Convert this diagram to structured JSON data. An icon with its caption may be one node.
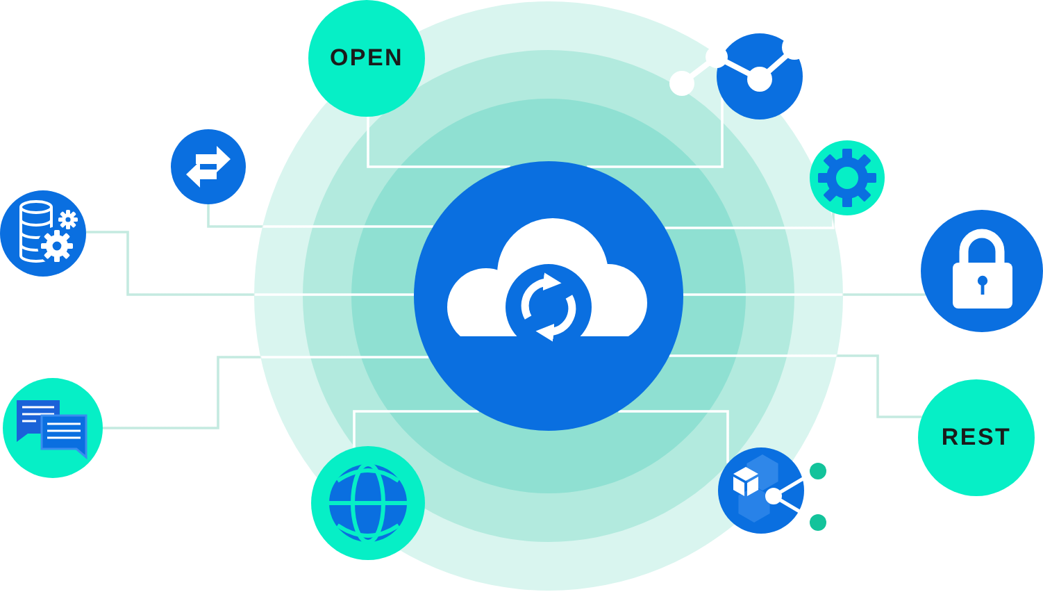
{
  "diagram": {
    "nodes": [
      {
        "text": [],
        "shape": "circle"
      },
      {
        "text": [
          "OPEN"
        ]
      },
      {
        "text": [],
        "shape": "circle"
      },
      {
        "text": [],
        "shape": "circle"
      },
      {
        "text": [],
        "shape": "circle"
      },
      {
        "text": [],
        "shape": "circle"
      },
      {
        "text": [],
        "shape": "circle"
      },
      {
        "text": [],
        "shape": "circle"
      },
      {
        "text": [
          "REST"
        ]
      },
      {
        "text": [],
        "shape": "circle"
      },
      {
        "text": [],
        "shape": "circle"
      }
    ],
    "edges": [
      {
        "from": 0,
        "to": 1,
        "arrow": "none"
      },
      {
        "from": 0,
        "to": 2,
        "arrow": "none"
      },
      {
        "from": 0,
        "to": 3,
        "arrow": "none"
      },
      {
        "from": 0,
        "to": 4,
        "arrow": "none"
      },
      {
        "from": 0,
        "to": 5,
        "arrow": "none"
      },
      {
        "from": 0,
        "to": 6,
        "arrow": "none"
      },
      {
        "from": 0,
        "to": 7,
        "arrow": "none"
      },
      {
        "from": 0,
        "to": 8,
        "arrow": "none"
      },
      {
        "from": 0,
        "to": 9,
        "arrow": "none"
      },
      {
        "from": 0,
        "to": 10,
        "arrow": "none"
      }
    ]
  }
}
